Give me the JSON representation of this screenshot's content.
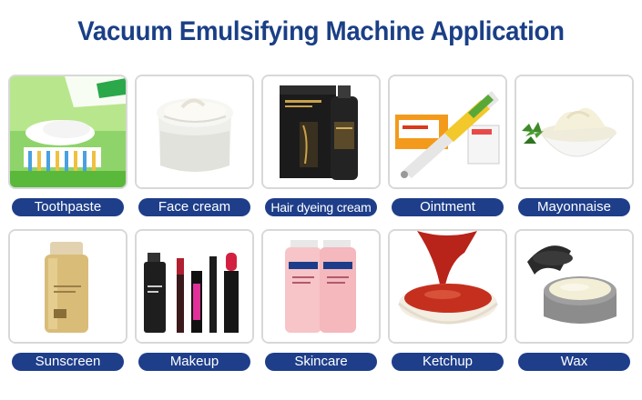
{
  "title": "Vacuum Emulsifying Machine Application",
  "items": [
    {
      "label": "Toothpaste",
      "icon": "toothpaste-image"
    },
    {
      "label": "Face cream",
      "icon": "face-cream-image"
    },
    {
      "label": "Hair dyeing cream",
      "icon": "hair-dye-image"
    },
    {
      "label": "Ointment",
      "icon": "ointment-image"
    },
    {
      "label": "Mayonnaise",
      "icon": "mayonnaise-image"
    },
    {
      "label": "Sunscreen",
      "icon": "sunscreen-image"
    },
    {
      "label": "Makeup",
      "icon": "makeup-image"
    },
    {
      "label": "Skincare",
      "icon": "skincare-image"
    },
    {
      "label": "Ketchup",
      "icon": "ketchup-image"
    },
    {
      "label": "Wax",
      "icon": "wax-image"
    }
  ],
  "colors": {
    "title": "#1a3f86",
    "label_bg": "#1e3e8a",
    "label_text": "#ffffff",
    "card_border": "#d8d8d8"
  }
}
